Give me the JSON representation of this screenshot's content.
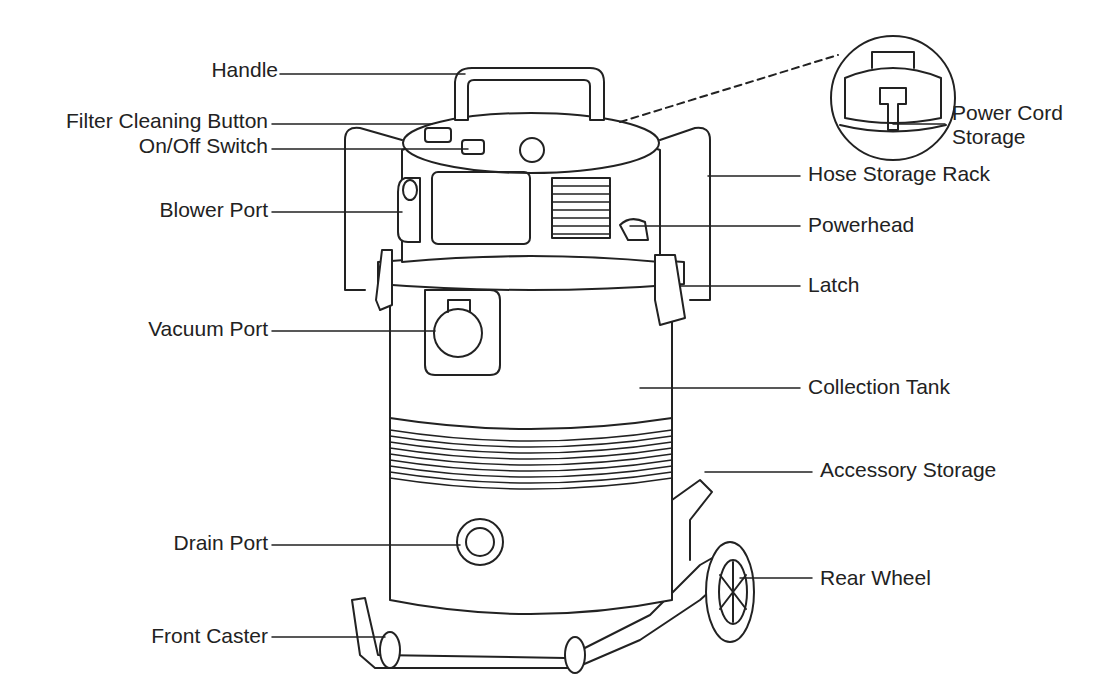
{
  "diagram": {
    "labels": [
      "Handle",
      "Filter Cleaning Button",
      "On/Off Switch",
      "Blower Port",
      "Vacuum Port",
      "Drain Port",
      "Front Caster",
      "Power Cord Storage",
      "Hose Storage Rack",
      "Powerhead",
      "Latch",
      "Collection Tank",
      "Accessory Storage",
      "Rear Wheel"
    ]
  }
}
